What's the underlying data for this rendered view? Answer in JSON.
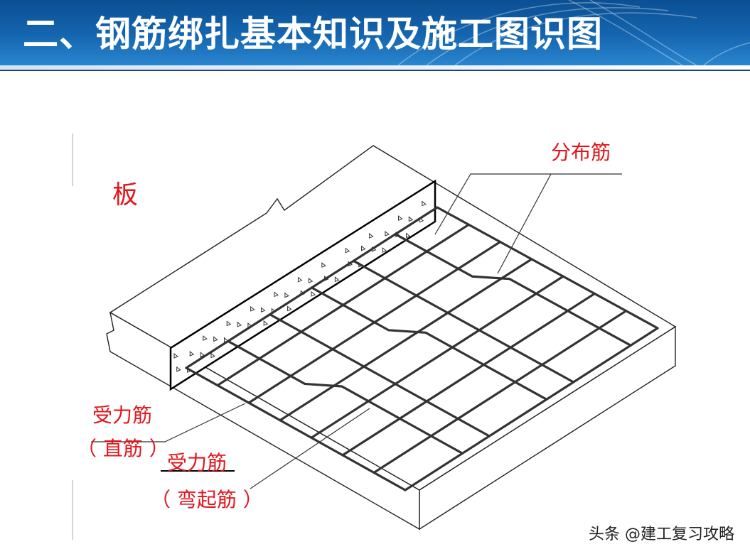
{
  "header": {
    "title": "二、钢筋绑扎基本知识及施工图识图"
  },
  "diagram": {
    "element_label": "板",
    "distribution_bar_label": "分布筋",
    "straight_bar_label": "受力筋",
    "straight_bar_sub": "（ 直筋 ）",
    "bent_bar_label": "受力筋",
    "bent_bar_sub": "（ 弯起筋 ）",
    "label_color": "#e3141b"
  },
  "watermark": "头条 @建工复习攻略"
}
